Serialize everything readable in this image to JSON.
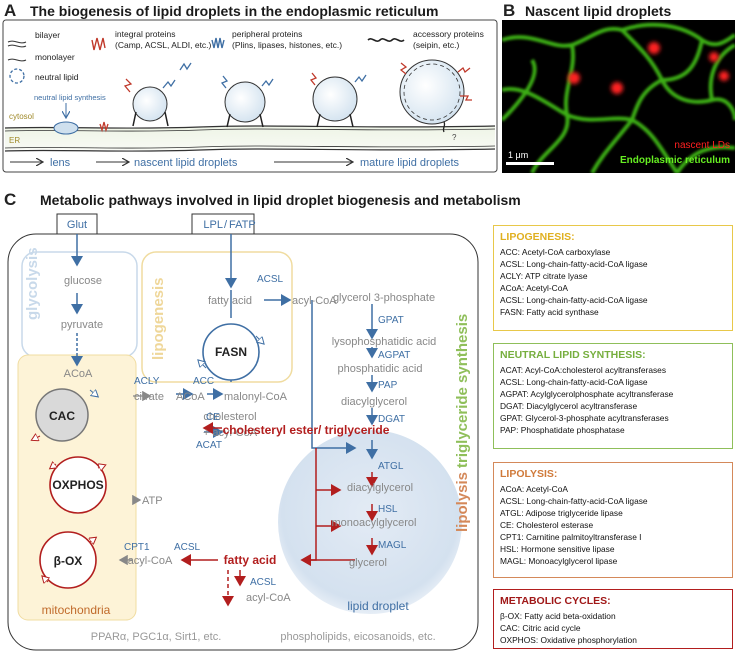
{
  "panel_a": {
    "letter": "A",
    "title": "The biogenesis of lipid droplets in the endoplasmic reticulum",
    "legend": {
      "bilayer": "bilayer",
      "monolayer": "monolayer",
      "neutral_lipid": "neutral lipid",
      "integral_title": "integral proteins",
      "integral_examples": "(Camp, ACSL, ALDI, etc.)",
      "peripheral_title": "peripheral proteins",
      "peripheral_examples": "(Plins, lipases, histones, etc.)",
      "accessory_title": "accessory proteins",
      "accessory_examples": "(seipin, etc.)"
    },
    "neutral_lipid_synthesis": "neutral lipid synthesis",
    "cytosol": "cytosol",
    "er": "ER",
    "question": "?",
    "stages": [
      "lens",
      "nascent lipid droplets",
      "mature lipid droplets"
    ]
  },
  "panel_b": {
    "letter": "B",
    "title": "Nascent lipid droplets",
    "scale": "1 μm",
    "label_lds": "nascent LDs",
    "label_er": "Endoplasmic reticulum",
    "colors": {
      "lds": "#ff2020",
      "er": "#66ee22"
    }
  },
  "panel_c": {
    "letter": "C",
    "title": "Metabolic pathways involved in lipid droplet biogenesis and metabolism",
    "transporters": {
      "glut": "Glut",
      "lpl": "LPL",
      "slash": "/",
      "fatp": "FATP"
    },
    "regions": {
      "glycolysis": "glycolysis",
      "lipogenesis": "lipogenesis",
      "tg_synthesis": "triglyceride synthesis",
      "lipolysis": "lipolysis",
      "mitochondria": "mitochondria",
      "lipid_droplet": "lipid droplet"
    },
    "metabolites": {
      "glucose": "glucose",
      "pyruvate": "pyruvate",
      "acoa_mito": "ACoA",
      "citrate": "citrate",
      "acoa_cyto": "ACoA",
      "malonyl": "malonyl-CoA",
      "fatty_acid_lip": "fatty acid",
      "acyl_coa_lip": "acyl-CoA",
      "g3p": "glycerol 3-phosphate",
      "lpa": "lysophosphatidic acid",
      "pa": "phosphatidic acid",
      "dag": "diacylglycerol",
      "cholesterol": "cholesterol",
      "plus_acyl": "+ acyl-CoA",
      "ce_tg": "cholesteryl ester/ triglyceride",
      "dag2": "diacylglycerol",
      "mag": "monoacylglycerol",
      "glycerol": "glycerol",
      "atp": "ATP",
      "acyl_coa_mito": "acyl-CoA",
      "fatty_acid": "fatty acid",
      "acyl_coa_bottom": "acyl-CoA",
      "pparg": "PPARα, PGC1α, Sirt1, etc.",
      "phospho": "phospholipids, eicosanoids, etc."
    },
    "cycles": {
      "cac": "CAC",
      "oxphos": "OXPHOS",
      "box": "β-OX",
      "fasn": "FASN"
    },
    "enzymes": {
      "acsl_top": "ACSL",
      "acly": "ACLY",
      "acc": "ACC",
      "gpat": "GPAT",
      "agpat": "AGPAT",
      "pap": "PAP",
      "dgat": "DGAT",
      "ce": "CE",
      "acat": "ACAT",
      "atgl": "ATGL",
      "hsl": "HSL",
      "magl": "MAGL",
      "cpt1": "CPT1",
      "acsl_mito": "ACSL",
      "acsl_bottom": "ACSL"
    }
  },
  "glossary": [
    {
      "title": "LIPOGENESIS:",
      "color": "#e8c84a",
      "title_color": "#e0b020",
      "rows": [
        "ACC: Acetyl-CoA carboxylase",
        "ACSL:  Long-chain-fatty-acid-CoA ligase",
        "ACLY: ATP citrate lyase",
        "ACoA: Acetyl-CoA",
        "ACSL:  Long-chain-fatty-acid-CoA ligase",
        "FASN: Fatty acid synthase"
      ]
    },
    {
      "title": "NEUTRAL LIPID SYNTHESIS:",
      "color": "#8fbf5a",
      "title_color": "#76ae3e",
      "rows": [
        "ACAT: Acyl-CoA:cholesterol acyltransferases",
        "ACSL:  Long-chain-fatty-acid-CoA ligase",
        "AGPAT: Acylglycerolphosphate acyltransferase",
        "DGAT: Diacylglycerol acyltransferase",
        "GPAT: Glycerol-3-phosphate acyltransferases",
        "PAP: Phosphatidate phosphatase"
      ]
    },
    {
      "title": "LIPOLYSIS:",
      "color": "#d4895a",
      "title_color": "#d07a3a",
      "rows": [
        "ACoA: Acetyl-CoA",
        "ACSL:  Long-chain-fatty-acid-CoA ligase",
        "ATGL: Adipose triglyceride lipase",
        "CE: Cholesterol esterase",
        "CPT1: Carnitine palmitoyltransferase I",
        "HSL: Hormone sensitive lipase",
        "MAGL: Monoacylglycerol lipase"
      ]
    },
    {
      "title": "METABOLIC CYCLES:",
      "color": "#b21e1e",
      "title_color": "#a01818",
      "rows": [
        "β-OX: Fatty acid beta-oxidation",
        "CAC: Citric acid cycle",
        "OXPHOS: Oxidative phosphorylation"
      ]
    }
  ]
}
